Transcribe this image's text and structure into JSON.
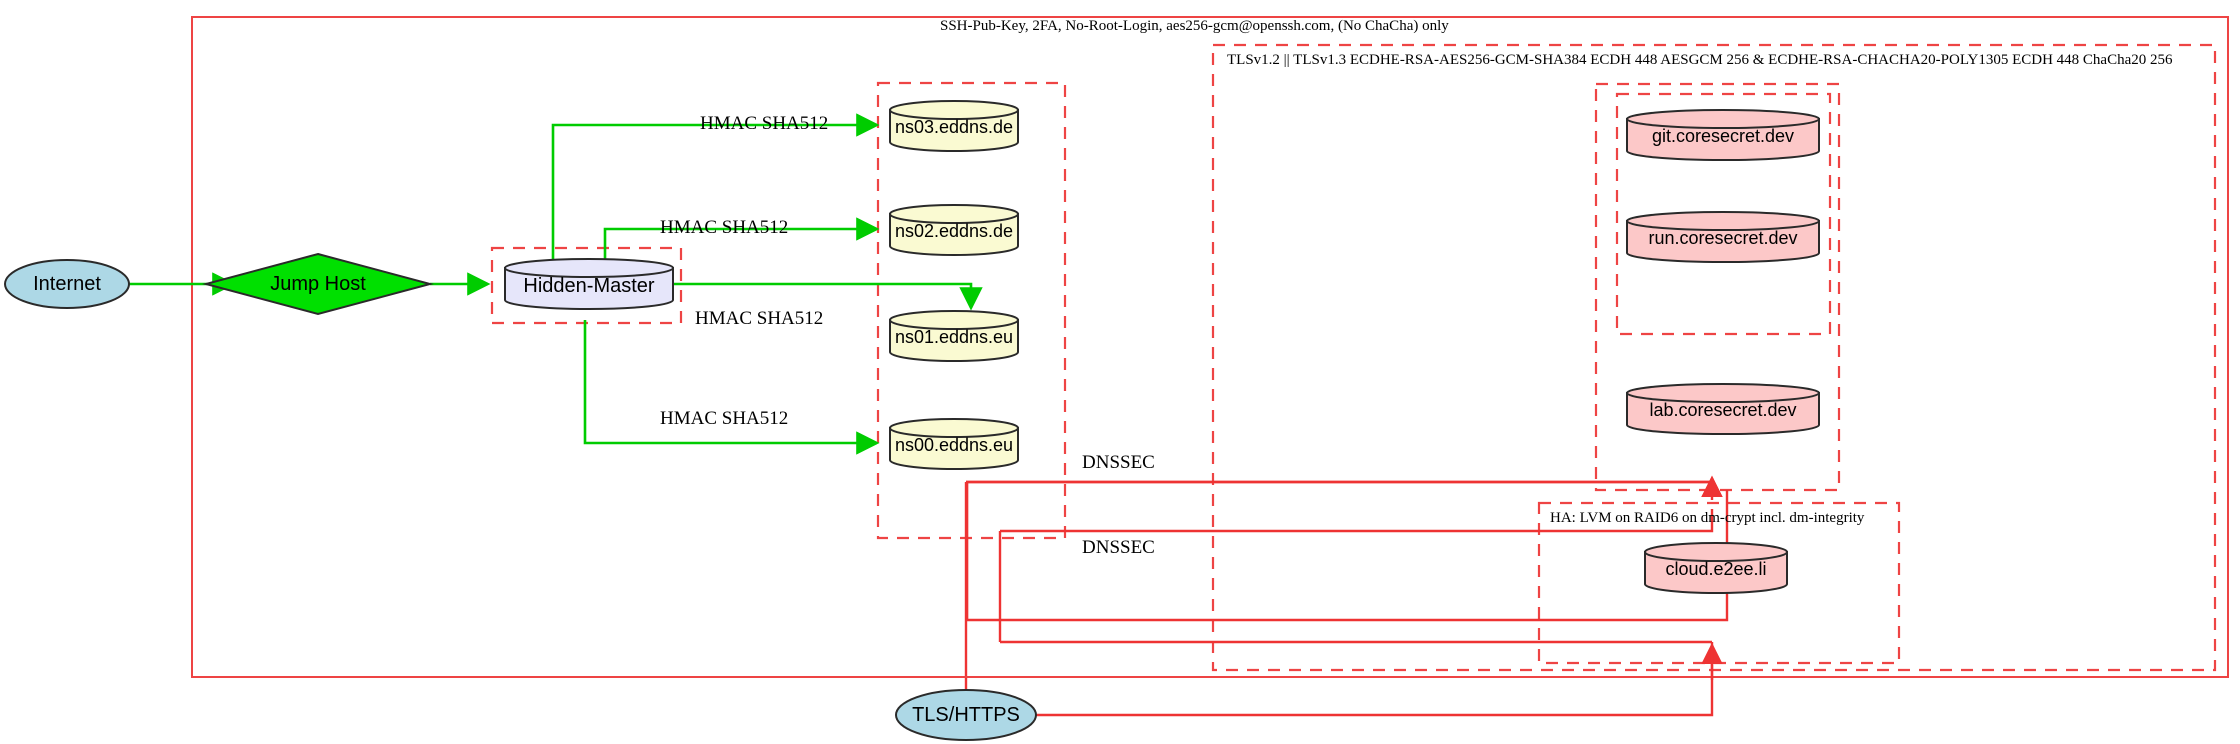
{
  "diagram": {
    "title_top": "SSH-Pub-Key, 2FA, No-Root-Login, aes256-gcm@openssh.com, (No ChaCha) only",
    "clusters": [
      {
        "id": "tls",
        "label": "TLSv1.2 || TLSv1.3 ECDHE-RSA-AES256-GCM-SHA384 ECDH 448 AESGCM 256 & ECDHE-RSA-CHACHA20-POLY1305 ECDH 448 ChaCha20 256"
      },
      {
        "id": "ha",
        "label": "HA: LVM on RAID6 on dm-crypt incl. dm-integrity"
      },
      {
        "id": "dns",
        "label": ""
      },
      {
        "id": "master",
        "label": ""
      },
      {
        "id": "coresecret",
        "label": ""
      },
      {
        "id": "coresecret_inner",
        "label": ""
      }
    ],
    "nodes": [
      {
        "id": "internet",
        "label": "Internet",
        "shape": "ellipse",
        "fill": "#add8e6"
      },
      {
        "id": "jumphost",
        "label": "Jump Host",
        "shape": "diamond",
        "fill": "#00e000"
      },
      {
        "id": "hiddenmaster",
        "label": "Hidden-Master",
        "shape": "cylinder",
        "fill": "#e6e6fa"
      },
      {
        "id": "ns03",
        "label": "ns03.eddns.de",
        "shape": "cylinder",
        "fill": "#fafad2"
      },
      {
        "id": "ns02",
        "label": "ns02.eddns.de",
        "shape": "cylinder",
        "fill": "#fafad2"
      },
      {
        "id": "ns01",
        "label": "ns01.eddns.eu",
        "shape": "cylinder",
        "fill": "#fafad2"
      },
      {
        "id": "ns00",
        "label": "ns00.eddns.eu",
        "shape": "cylinder",
        "fill": "#fafad2"
      },
      {
        "id": "git",
        "label": "git.coresecret.dev",
        "shape": "cylinder",
        "fill": "#fcc8c8"
      },
      {
        "id": "run",
        "label": "run.coresecret.dev",
        "shape": "cylinder",
        "fill": "#fcc8c8"
      },
      {
        "id": "lab",
        "label": "lab.coresecret.dev",
        "shape": "cylinder",
        "fill": "#fcc8c8"
      },
      {
        "id": "cloud",
        "label": "cloud.e2ee.li",
        "shape": "cylinder",
        "fill": "#fcc8c8"
      },
      {
        "id": "tlshttps",
        "label": "TLS/HTTPS",
        "shape": "ellipse",
        "fill": "#add8e6"
      }
    ],
    "edge_labels": [
      {
        "id": "e-ns03",
        "label": "HMAC SHA512"
      },
      {
        "id": "e-ns02",
        "label": "HMAC SHA512"
      },
      {
        "id": "e-ns01",
        "label": "HMAC SHA512"
      },
      {
        "id": "e-ns00",
        "label": "HMAC SHA512"
      },
      {
        "id": "e-dnssec-1",
        "label": "DNSSEC"
      },
      {
        "id": "e-dnssec-2",
        "label": "DNSSEC"
      }
    ],
    "colors": {
      "edge_green": "#00cc00",
      "edge_red": "#ee3333",
      "cluster_border": "#ee4444",
      "outer_border": "#ee4444",
      "node_stroke": "#2a2a2a"
    }
  }
}
